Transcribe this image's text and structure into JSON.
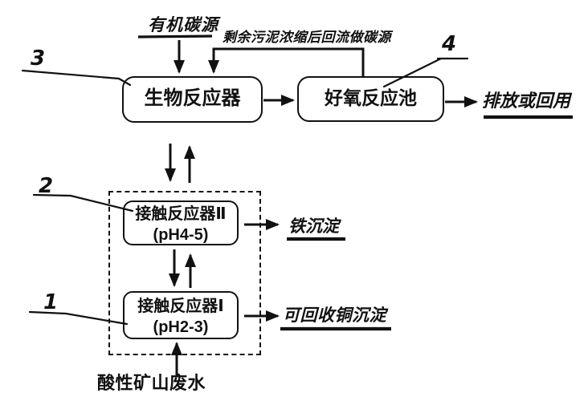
{
  "figure": {
    "colors": {
      "ink": "#111111",
      "background": "#ffffff"
    },
    "annotations": {
      "organic_carbon": "有机碳源",
      "sludge_recycle": "剩余污泥浓缩后回流做碳源",
      "discharge": "排放或回用",
      "iron_precipitate": "铁沉淀",
      "copper_precipitate": "可回收铜沉淀",
      "acid_mine_water": "酸性矿山废水"
    },
    "boxes": {
      "bio_reactor": {
        "label": "生物反应器"
      },
      "aerobic_tank": {
        "label": "好氧反应池"
      },
      "contact_reactor_2": {
        "name": "接触反应器Ⅱ",
        "ph": "(pH4-5)"
      },
      "contact_reactor_1": {
        "name": "接触反应器Ⅰ",
        "ph": "(pH2-3)"
      }
    },
    "refs": {
      "r1": "1",
      "r2": "2",
      "r3": "3",
      "r4": "4"
    }
  }
}
